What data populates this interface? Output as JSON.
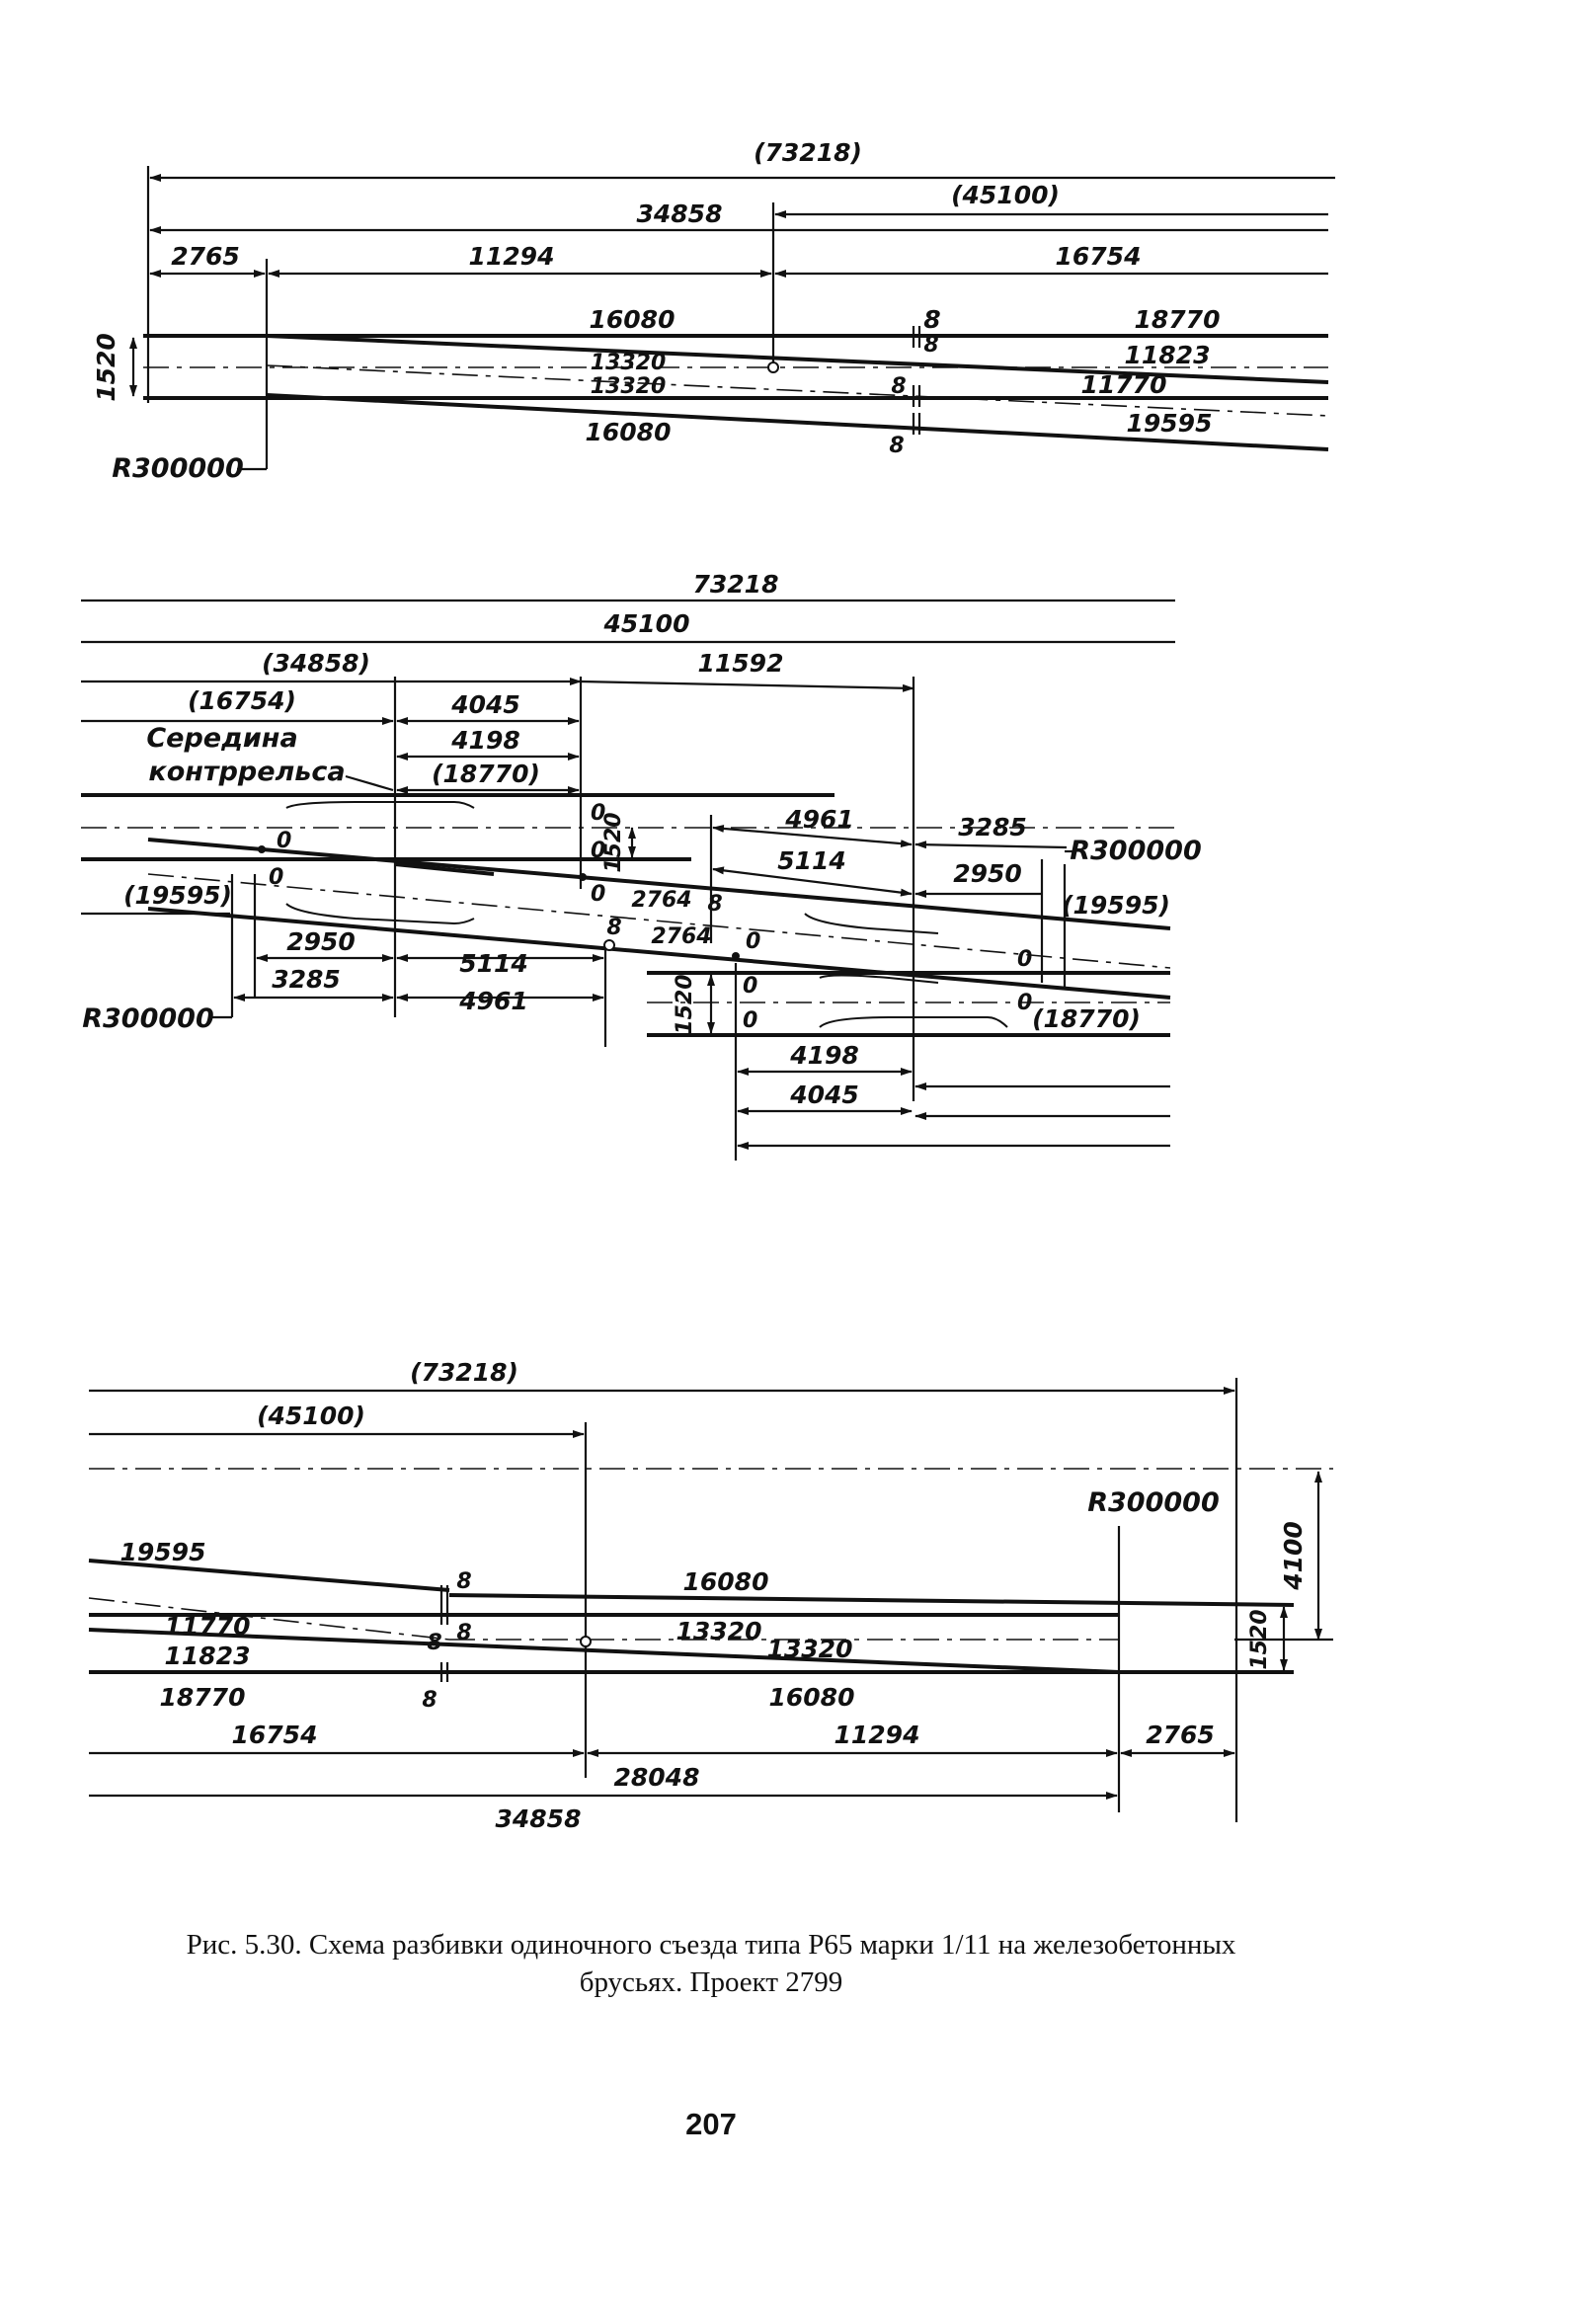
{
  "top": {
    "d73218p": "(73218)",
    "d45100p": "(45100)",
    "d34858": "34858",
    "d2765": "2765",
    "d11294": "11294",
    "d16754": "16754",
    "d16080a": "16080",
    "d8a": "8",
    "d18770": "18770",
    "d1520": "1520",
    "d13320a": "13320",
    "d8b": "8",
    "d11823": "11823",
    "d13320b": "13320",
    "d8c": "8",
    "d11770": "11770",
    "d19595": "19595",
    "d16080b": "16080",
    "d8d": "8",
    "r300000": "R300000"
  },
  "middle": {
    "d73218": "73218",
    "d45100": "45100",
    "d34858p": "(34858)",
    "d11592": "11592",
    "d16754p": "(16754)",
    "d4045a": "4045",
    "mid_label_1": "Середина",
    "mid_label_2": "контррельса",
    "d4198a": "4198",
    "d18770p_a": "(18770)",
    "z1": "0",
    "z2": "0",
    "z3": "0",
    "d1520a": "1520",
    "d4961a": "4961",
    "d3285a": "3285",
    "r300000a": "R300000",
    "z4": "0",
    "d5114a": "5114",
    "d2950a": "2950",
    "d19595pa": "(19595)",
    "z5": "0",
    "d2764a": "2764",
    "d8a": "8",
    "d19595pb": "(19595)",
    "d8b": "8",
    "d2764b": "2764",
    "z6": "0",
    "z7": "0",
    "d2950b": "2950",
    "d5114b": "5114",
    "d3285b": "3285",
    "d4961b": "4961",
    "r300000b": "R300000",
    "d1520b": "1520",
    "z8": "0",
    "z9": "0",
    "z10": "0",
    "d18770p_b": "(18770)",
    "d4198b": "4198",
    "d4045b": "4045"
  },
  "bottom": {
    "d73218p": "(73218)",
    "d45100p": "(45100)",
    "r300000": "R300000",
    "d4100": "4100",
    "d19595": "19595",
    "d8a": "8",
    "d16080a": "16080",
    "d11770": "11770",
    "d8b": "8",
    "d8c": "8",
    "d13320a": "13320",
    "d13320b": "13320",
    "d1520": "1520",
    "d11823": "11823",
    "d18770": "18770",
    "d8d": "8",
    "d16080b": "16080",
    "d16754": "16754",
    "d11294": "11294",
    "d2765": "2765",
    "d28048": "28048",
    "d34858": "34858"
  },
  "caption": {
    "line1": "Рис. 5.30. Схема разбивки одиночного съезда типа Р65 марки 1/11 на железобетонных",
    "line2": "брусьях. Проект 2799"
  },
  "page_number": "207"
}
